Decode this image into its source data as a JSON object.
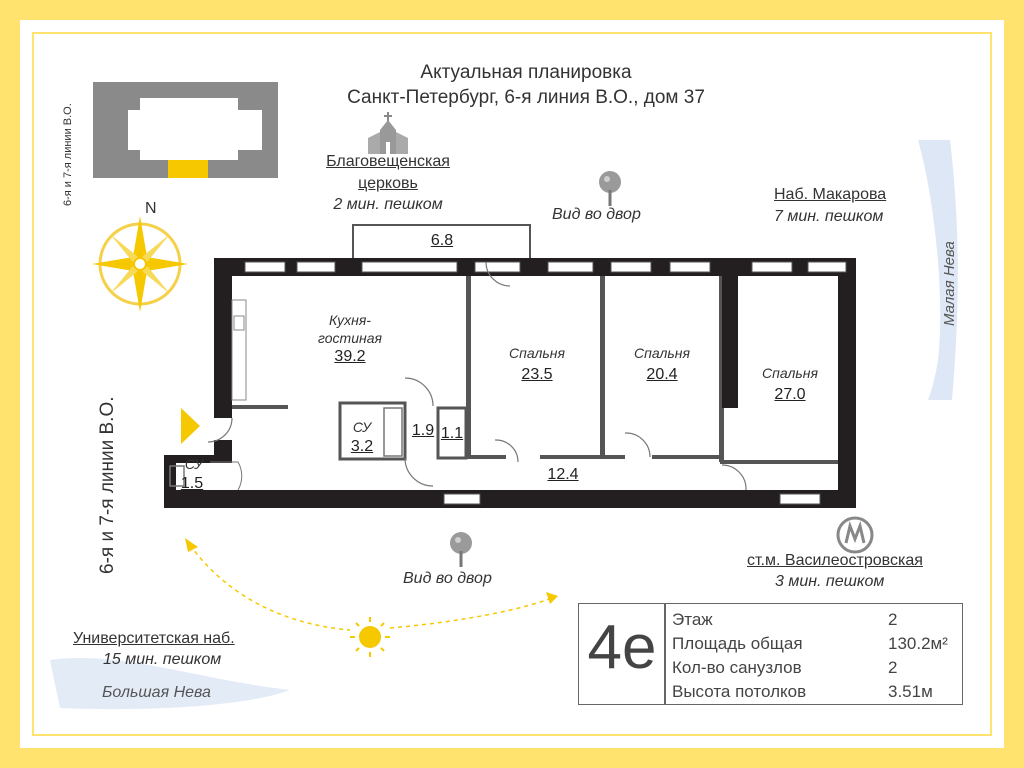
{
  "header": {
    "line1": "Актуальная планировка",
    "line2": "Санкт-Петербург, 6-я линия В.О., дом 37"
  },
  "north": "N",
  "landmarks": {
    "church": {
      "name_line1": "Благовещенская",
      "name_line2": "церковь",
      "time": "2 мин. пешком",
      "icon": "church-icon"
    },
    "embankment_makarova": {
      "name": "Наб. Макарова",
      "time": "7 мин. пешком"
    },
    "metro": {
      "name": "ст.м. Василеостровская",
      "time": "3 мин. пешком",
      "icon": "metro-icon"
    },
    "university_emb": {
      "name": "Университетская наб.",
      "time": "15 мин. пешком"
    }
  },
  "water": {
    "malaya_neva": "Малая Нева",
    "bolshaya_neva": "Большая Нева"
  },
  "streets": {
    "lines_left": "6-я и 7-я линии В.О.",
    "lines_minimap": "6-я и 7-я линии В.О."
  },
  "views": {
    "top": "Вид во двор",
    "bottom": "Вид во двор"
  },
  "balcony": {
    "value": "6.8"
  },
  "rooms": [
    {
      "id": "kitchen",
      "name_line1": "Кухня-",
      "name_line2": "гостиная",
      "area": "39.2"
    },
    {
      "id": "bedroom1",
      "name": "Спальня",
      "area": "23.5"
    },
    {
      "id": "bedroom2",
      "name": "Спальня",
      "area": "20.4"
    },
    {
      "id": "bedroom3",
      "name": "Спальня",
      "area": "27.0"
    },
    {
      "id": "bath1",
      "name": "СУ",
      "area": "3.2"
    },
    {
      "id": "bath2",
      "name": "СУ",
      "area": "1.5"
    },
    {
      "id": "closet1",
      "area": "1.9"
    },
    {
      "id": "closet2",
      "area": "1.1"
    },
    {
      "id": "corridor",
      "area": "12.4"
    }
  ],
  "info": {
    "code": "4е",
    "rows": [
      {
        "label": "Этаж",
        "value": "2"
      },
      {
        "label": "Площадь общая",
        "value": "130.2м²"
      },
      {
        "label": "Кол-во санузлов",
        "value": "2"
      },
      {
        "label": "Высота потолков",
        "value": "3.51м"
      }
    ]
  },
  "colors": {
    "background": "#ffe36e",
    "wall": "#231f20",
    "accent": "#f5c800",
    "water": "#c9d8ee",
    "text": "#333333"
  }
}
